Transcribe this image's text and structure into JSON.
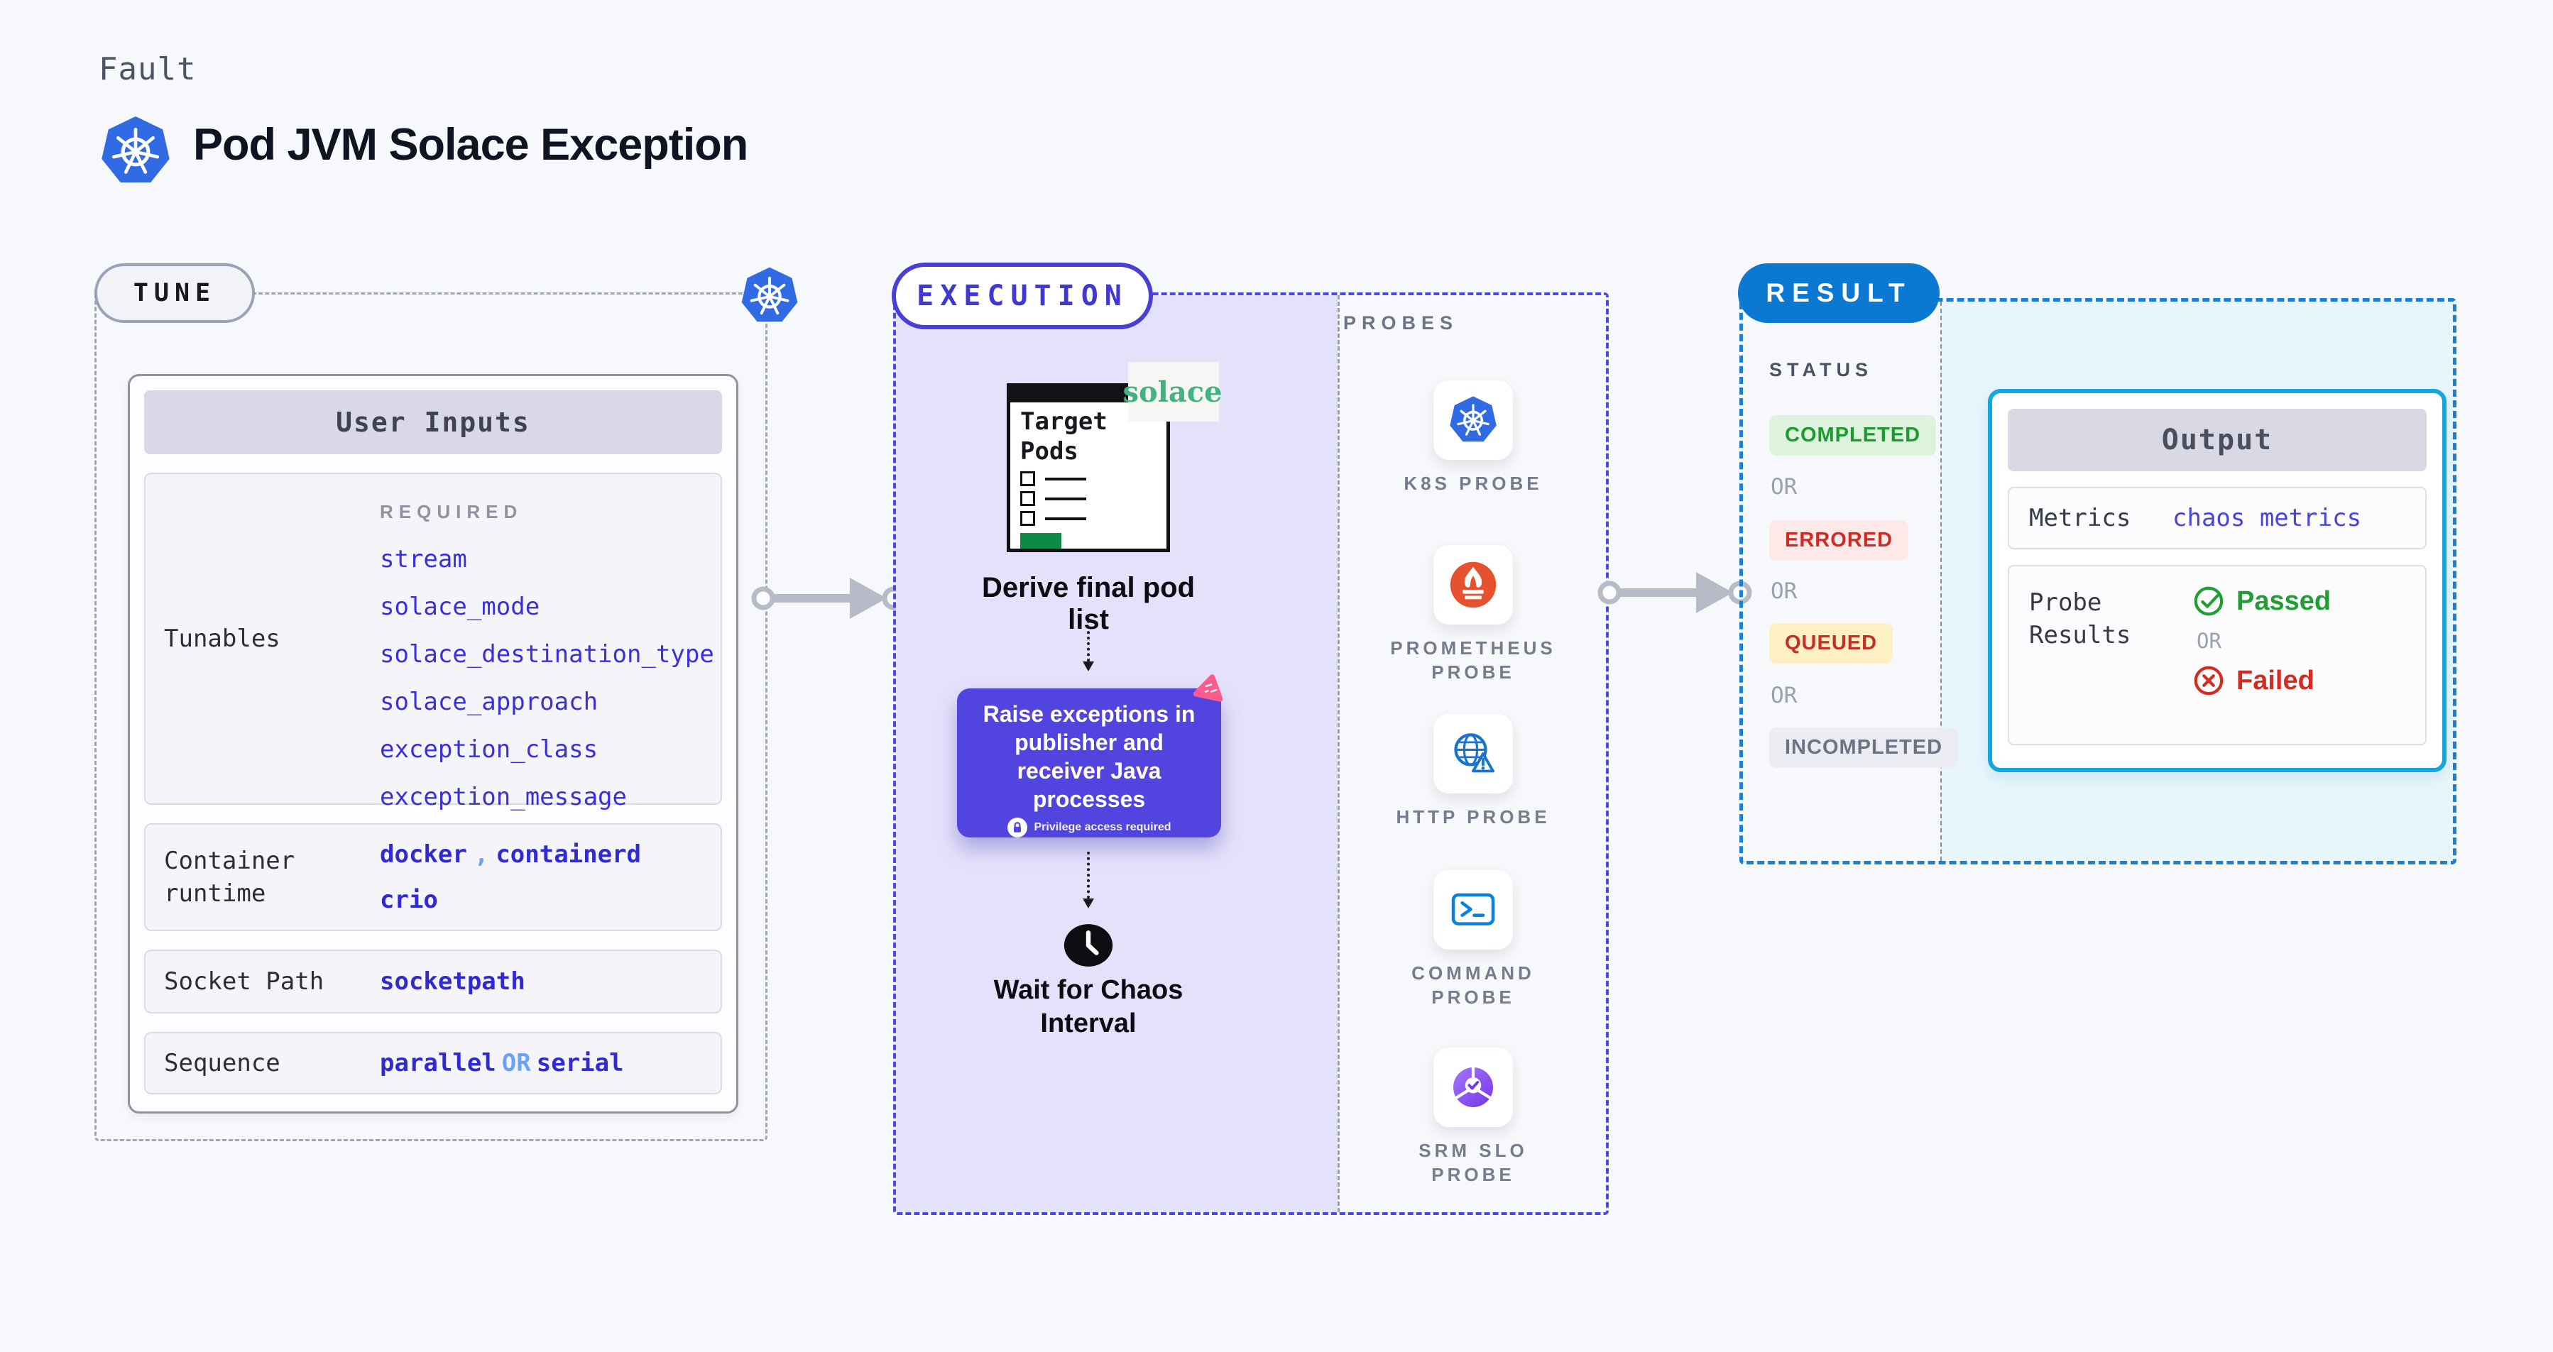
{
  "header": {
    "eyebrow": "Fault",
    "title": "Pod JVM Solace Exception"
  },
  "tune": {
    "badge": "TUNE",
    "card_title": "User Inputs",
    "tunables_label": "Tunables",
    "required_label": "REQUIRED",
    "tunables": [
      "stream",
      "solace_mode",
      "solace_destination_type",
      "solace_approach",
      "exception_class",
      "exception_message"
    ],
    "container_runtime": {
      "label": "Container runtime",
      "value_1": "docker",
      "separator": ",",
      "value_2": "containerd",
      "value_3": "crio"
    },
    "socket_path": {
      "label": "Socket Path",
      "value": "socketpath"
    },
    "sequence": {
      "label": "Sequence",
      "value_1": "parallel",
      "or": "OR",
      "value_2": "serial"
    }
  },
  "execution": {
    "badge": "EXECUTION",
    "pods_window_title": "Target Pods",
    "solace_logo_text": "solace",
    "derive_label": "Derive final pod list",
    "raise_text": "Raise exceptions in publisher and receiver Java processes",
    "privilege_note": "Privilege access required",
    "wait_label": "Wait for Chaos Interval",
    "probes_label": "PROBES",
    "probes": [
      {
        "label": "K8S PROBE",
        "icon": "kubernetes-icon"
      },
      {
        "label": "PROMETHEUS PROBE",
        "icon": "prometheus-icon"
      },
      {
        "label": "HTTP PROBE",
        "icon": "http-globe-icon"
      },
      {
        "label": "COMMAND PROBE",
        "icon": "terminal-icon"
      },
      {
        "label": "SRM SLO PROBE",
        "icon": "slo-pie-icon"
      }
    ]
  },
  "result": {
    "badge": "RESULT",
    "status_label": "STATUS",
    "or_label": "OR",
    "statuses": [
      {
        "label": "COMPLETED",
        "text_color": "#1b9a30",
        "bg_color": "#def3de"
      },
      {
        "label": "ERRORED",
        "text_color": "#cd2b24",
        "bg_color": "#fce9e8"
      },
      {
        "label": "QUEUED",
        "text_color": "#c33026",
        "bg_color": "#fcf0c4"
      },
      {
        "label": "INCOMPLETED",
        "text_color": "#6c7384",
        "bg_color": "#ebedf3"
      }
    ],
    "output": {
      "title": "Output",
      "metrics_label": "Metrics",
      "metrics_value": "chaos metrics",
      "probe_results_label": "Probe Results",
      "passed_label": "Passed",
      "or_label": "OR",
      "failed_label": "Failed"
    }
  },
  "colors": {
    "page_bg": "#f7f8fb",
    "execution_bg": "#e4e2fa",
    "execution_accent": "#4f46e5",
    "raise_box_bg": "#5244df",
    "result_accent": "#0b78d2",
    "result_panel_bg": "#e8f5fc",
    "output_border": "#16a6de",
    "value_text": "#3a2fd9",
    "litmus_pink": "#f95c8d",
    "solace_green": "#43b283",
    "kubernetes_blue": "#316be3",
    "prometheus_orange": "#e6512e",
    "passed_green": "#1f9e33",
    "failed_red": "#d62a20",
    "arrow_gray": "#b7bbc8"
  }
}
